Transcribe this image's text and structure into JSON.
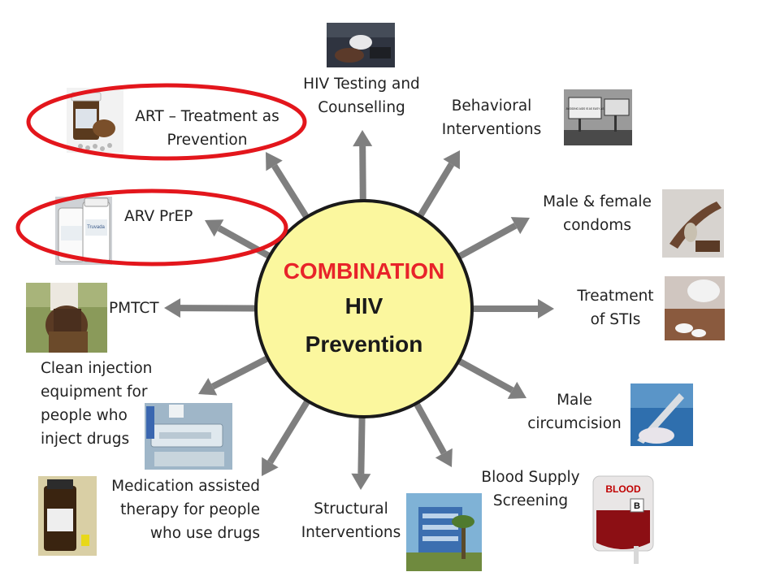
{
  "center": {
    "line1": "COMBINATION",
    "line2": "HIV",
    "line3": "Prevention"
  },
  "labels": {
    "testing": [
      "HIV Testing and",
      "Counselling"
    ],
    "behavioral": [
      "Behavioral",
      "Interventions"
    ],
    "condoms": [
      "Male & female",
      "condoms"
    ],
    "sti": [
      "Treatment",
      "of STIs"
    ],
    "circumcision": [
      "Male",
      "circumcision"
    ],
    "blood": [
      "Blood Supply",
      "Screening"
    ],
    "structural": [
      "Structural",
      "Interventions"
    ],
    "medication": [
      "Medication assisted",
      "therapy for people",
      "who use drugs"
    ],
    "injection": [
      "Clean injection",
      "equipment for",
      "people who",
      "inject drugs"
    ],
    "pmtct": [
      "PMTCT"
    ],
    "prep": [
      "ARV PrEP"
    ],
    "art": [
      "ART – Treatment as",
      "Prevention"
    ]
  },
  "photos": {
    "art_bottle": "Truvada",
    "billboard": "AVOIDING AIDS IS AS EASY AS",
    "blood_bag": "BLOOD",
    "blood_type": "B"
  },
  "colors": {
    "circle_fill": "#fbf79e",
    "circle_stroke": "#1a1a1a",
    "arrow": "#7f7f7f",
    "center_title": "#e8232a",
    "center_text": "#1a1a1a",
    "highlight_ring": "#e3161c"
  }
}
